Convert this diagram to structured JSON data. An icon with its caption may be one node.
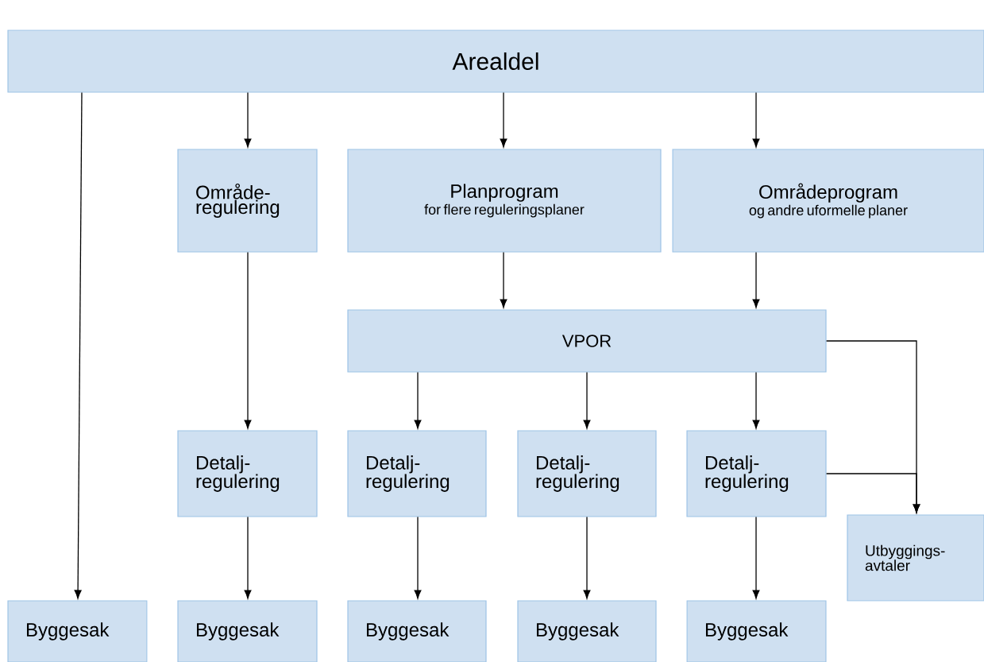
{
  "diagram": {
    "nodes": [
      {
        "text": [
          "Arealdel"
        ]
      },
      {
        "text": [
          "Område-regulering"
        ]
      },
      {
        "text": [
          "Planprogram",
          "for flere reguleringsplaner"
        ]
      },
      {
        "text": [
          "Områdeprogram",
          "og andre uformelle planer"
        ]
      },
      {
        "text": [
          "VPOR"
        ]
      },
      {
        "text": [
          "Detalj-regulering"
        ]
      },
      {
        "text": [
          "Detalj-regulering"
        ]
      },
      {
        "text": [
          "Detalj-regulering"
        ]
      },
      {
        "text": [
          "Detalj-regulering"
        ]
      },
      {
        "text": [
          "Utbyggings-avtaler"
        ]
      },
      {
        "text": [
          "Byggesak"
        ]
      },
      {
        "text": [
          "Byggesak"
        ]
      },
      {
        "text": [
          "Byggesak"
        ]
      },
      {
        "text": [
          "Byggesak"
        ]
      },
      {
        "text": [
          "Byggesak"
        ]
      }
    ],
    "edges": [
      {
        "from": 0,
        "to": 10,
        "arrow": "to"
      },
      {
        "from": 0,
        "to": 1,
        "arrow": "to"
      },
      {
        "from": 0,
        "to": 2,
        "arrow": "to"
      },
      {
        "from": 0,
        "to": 3,
        "arrow": "to"
      },
      {
        "from": 1,
        "to": 5,
        "arrow": "to"
      },
      {
        "from": 2,
        "to": 4,
        "arrow": "to"
      },
      {
        "from": 3,
        "to": 4,
        "arrow": "to"
      },
      {
        "from": 4,
        "to": 6,
        "arrow": "to"
      },
      {
        "from": 4,
        "to": 7,
        "arrow": "to"
      },
      {
        "from": 4,
        "to": 8,
        "arrow": "to"
      },
      {
        "from": 4,
        "to": 9,
        "arrow": "to"
      },
      {
        "from": 8,
        "to": 9,
        "arrow": "to"
      },
      {
        "from": 5,
        "to": 11,
        "arrow": "to"
      },
      {
        "from": 6,
        "to": 12,
        "arrow": "to"
      },
      {
        "from": 7,
        "to": 13,
        "arrow": "to"
      },
      {
        "from": 8,
        "to": 14,
        "arrow": "to"
      }
    ]
  }
}
